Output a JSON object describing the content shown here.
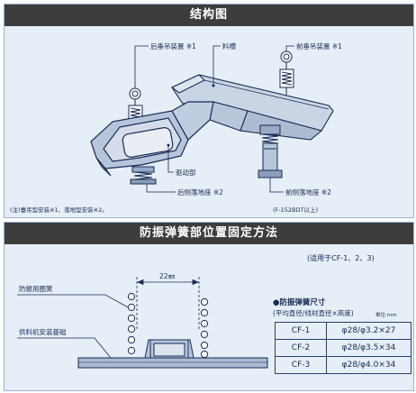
{
  "panel1": {
    "header": "结构图",
    "labels": {
      "rear_hanger": "后垂吊装置 ※1",
      "trough": "料槽",
      "front_hanger": "前垂吊装置 ※1",
      "drive": "驱动部",
      "rear_base": "后侧落地座 ※2",
      "front_base": "前侧落地座 ※2"
    },
    "note": "(注)垂吊型安装※1、落地型安装※2。",
    "model_note": "(F-152BDT以上)"
  },
  "panel2": {
    "header": "防振弹簧部位置固定方法",
    "applicable": "(适用于CF-1、2、3)",
    "labels": {
      "spring": "防振用圈簧",
      "base": "供料机安装基础",
      "dimension": "22㎜"
    },
    "table_title": "●防振弹簧尺寸",
    "table_subtitle": "(平均直径/线材直径×高度)",
    "unit": "单位:mm",
    "rows": [
      {
        "model": "CF-1",
        "size": "φ28/φ3.2×27"
      },
      {
        "model": "CF-2",
        "size": "φ28/φ3.5×34"
      },
      {
        "model": "CF-3",
        "size": "φ28/φ4.0×34"
      }
    ]
  }
}
